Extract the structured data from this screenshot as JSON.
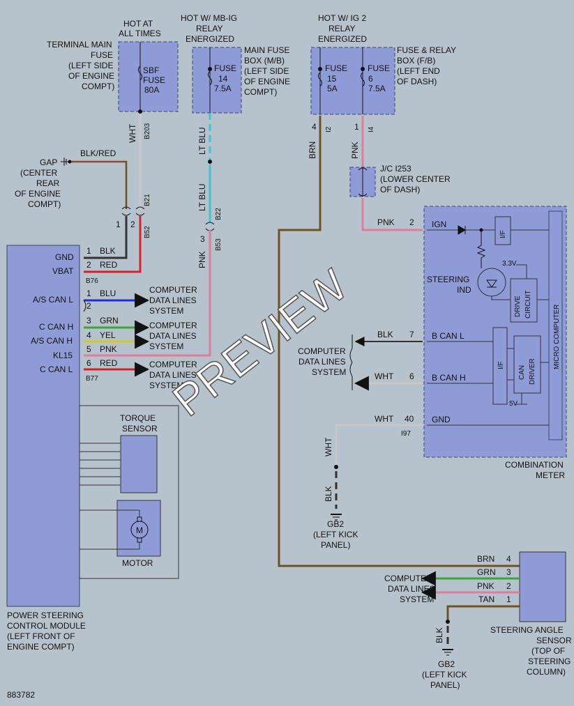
{
  "fuses": {
    "terminal_main": {
      "header": [
        "HOT AT",
        "ALL TIMES"
      ],
      "desc": [
        "TERMINAL MAIN",
        "FUSE",
        "(LEFT SIDE",
        "OF ENGINE",
        "COMPT)"
      ],
      "labels": [
        "SBF",
        "FUSE",
        "80A"
      ]
    },
    "main_fuse_box": {
      "header": [
        "HOT W/ MB-IG",
        "RELAY",
        "ENERGIZED"
      ],
      "desc": [
        "MAIN FUSE",
        "BOX (M/B)",
        "(LEFT SIDE",
        "OF ENGINE",
        "COMPT)"
      ],
      "labels": [
        "FUSE",
        "14",
        "7.5A"
      ]
    },
    "fuse_relay_box": {
      "header": [
        "HOT W/ IG 2",
        "RELAY",
        "ENERGIZED"
      ],
      "desc": [
        "FUSE & RELAY",
        "BOX (F/B)",
        "(LEFT END",
        "OF DASH)"
      ],
      "fuse_a": [
        "FUSE",
        "15",
        "5A"
      ],
      "fuse_b": [
        "FUSE",
        "6",
        "7.5A"
      ]
    }
  },
  "ground_gap": {
    "label": "GAP",
    "desc": [
      "(CENTER",
      "REAR",
      "OF ENGINE",
      "COMPT)"
    ]
  },
  "junction": {
    "label": [
      "J/C I253",
      "(LOWER CENTER",
      "OF DASH)"
    ]
  },
  "wires": {
    "wht": "WHT",
    "blk_red": "BLK/RED",
    "lt_blu": "LT BLU",
    "pnk": "PNK",
    "brn": "BRN",
    "blk": "BLK",
    "red": "RED",
    "blu": "BLU",
    "grn": "GRN",
    "yel": "YEL",
    "tan": "TAN"
  },
  "connectors": {
    "b203": "B203",
    "b21": "B21",
    "b52": "B52",
    "b22": "B22",
    "b53": "B53",
    "b76": "B76",
    "b77": "B77",
    "i2": "I2",
    "i4": "I4",
    "i97": "I97"
  },
  "pins": {
    "p1": "1",
    "p2": "2",
    "p3": "3",
    "p4": "4",
    "p5": "5",
    "p6": "6",
    "p7": "7",
    "p40": "40"
  },
  "pscm": {
    "pins": [
      "GND",
      "VBAT",
      "A/S CAN L",
      "C CAN H",
      "A/S CAN H",
      "KL15",
      "C CAN L"
    ],
    "torque_sensor": [
      "TORQUE",
      "SENSOR"
    ],
    "motor": "MOTOR",
    "motor_symbol": "M",
    "title": [
      "POWER STEERING",
      "CONTROL MODULE",
      "(LEFT FRONT OF",
      "ENGINE COMPT)"
    ]
  },
  "cdls": [
    "COMPUTER",
    "DATA LINES",
    "SYSTEM"
  ],
  "meter": {
    "pins": {
      "ign": "IGN",
      "bcanl": "B CAN L",
      "bcanh": "B CAN H",
      "gnd": "GND"
    },
    "steering_ind": [
      "STEERING",
      "IND"
    ],
    "volt": "3.3V",
    "volt2": "5V",
    "if_label": "I/F",
    "drive_circuit": [
      "DRIVE",
      "CIRCUIT"
    ],
    "can_driver": [
      "CAN",
      "DRIVER"
    ],
    "micro": "MICRO COMPUTER",
    "title": [
      "COMBINATION",
      "METER"
    ]
  },
  "ground_gb2": {
    "label": "GB2",
    "desc": [
      "(LEFT KICK",
      "PANEL)"
    ]
  },
  "sensor": {
    "title": [
      "STEERING ANGLE",
      "SENSOR",
      "(TOP OF",
      "STEERING",
      "COLUMN)"
    ]
  },
  "diagram_number": "883782",
  "watermark": "PREVIEW",
  "colors": {
    "box_fill": "#8f9bd6",
    "box_stroke": "#3a4372",
    "brn": "#6b5320",
    "red": "#d8202a",
    "blu": "#1f2fd0",
    "grn": "#3aa63a",
    "yel": "#d2c72a",
    "pnk": "#e07c9c",
    "lt_blu": "#3ec4d6",
    "wht": "#c8c8c8",
    "blk": "#333333"
  }
}
